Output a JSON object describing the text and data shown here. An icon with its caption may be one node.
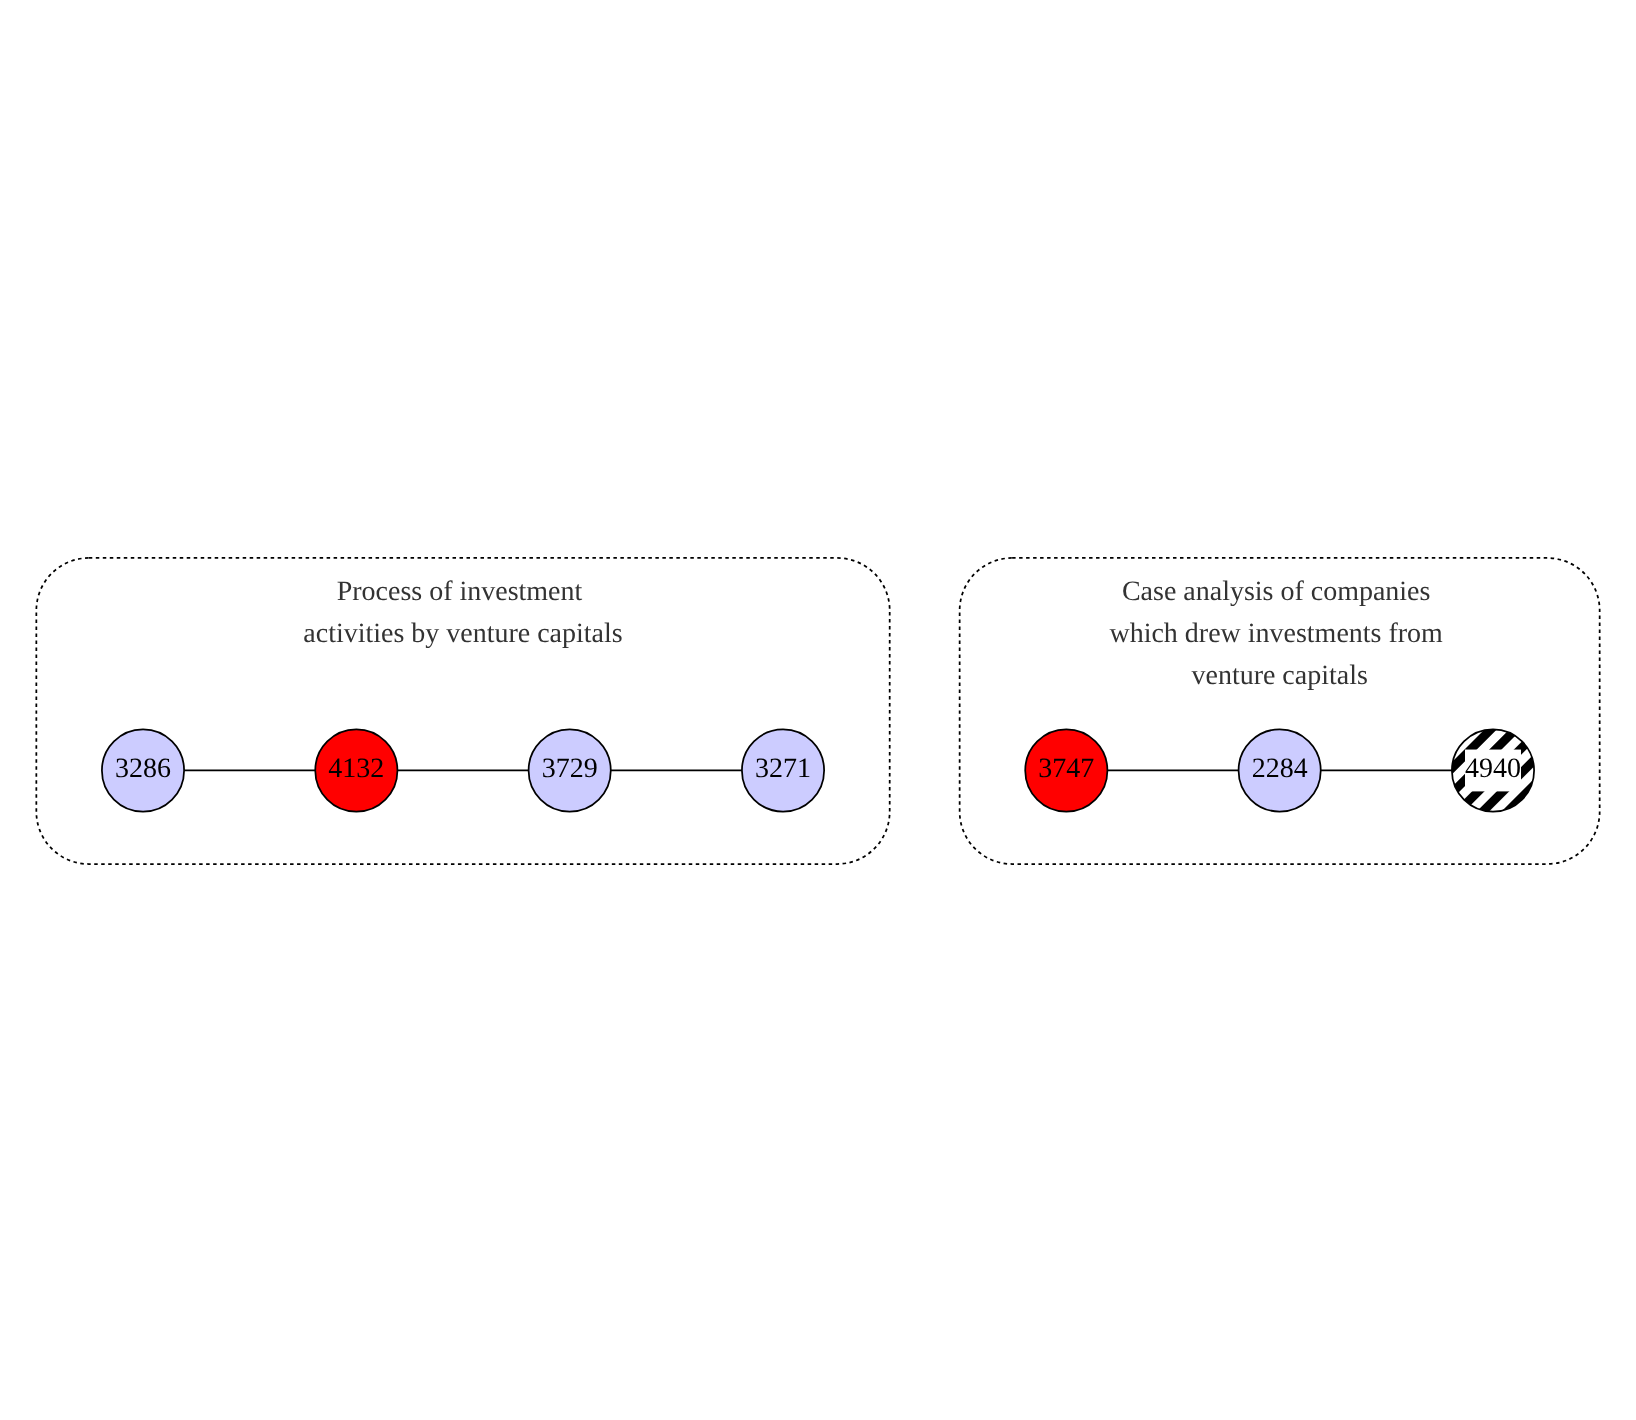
{
  "diagram": {
    "nodes": [
      {
        "text": [
          "Case analysis of companies which drew investments from venture capitals"
        ]
      },
      {
        "text": [
          "3747"
        ],
        "in": 0
      },
      {
        "text": [
          "2284"
        ],
        "in": 0
      },
      {
        "text": [
          "4940"
        ],
        "in": 0
      },
      {
        "text": [
          "Process of investment activities by venture capitals"
        ]
      },
      {
        "text": [
          "4132"
        ],
        "in": 4
      },
      {
        "text": [
          "3729"
        ],
        "in": 4
      },
      {
        "text": [
          "3286"
        ],
        "in": 4
      },
      {
        "text": [
          "3271"
        ],
        "in": 4
      }
    ],
    "edges": [
      {
        "from": 1,
        "to": 2,
        "arrow": "none"
      },
      {
        "from": 2,
        "to": 3,
        "arrow": "none"
      },
      {
        "from": 7,
        "to": 5,
        "arrow": "none"
      },
      {
        "from": 5,
        "to": 6,
        "arrow": "none"
      },
      {
        "from": 6,
        "to": 8,
        "arrow": "none"
      }
    ]
  }
}
